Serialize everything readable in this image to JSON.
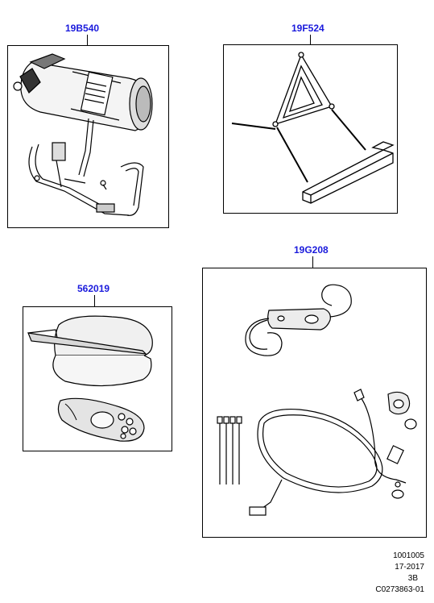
{
  "callouts": {
    "fire_extinguisher": "19B540",
    "warning_triangle": "19F524",
    "phone_kit": "562019",
    "charging_unit": "19G208"
  },
  "footer": {
    "line1": "1001005",
    "line2": "17-2017",
    "line3": "3B",
    "line4": "C0273863-01"
  },
  "colors": {
    "callout": "#1a1adc",
    "line": "#000000"
  }
}
